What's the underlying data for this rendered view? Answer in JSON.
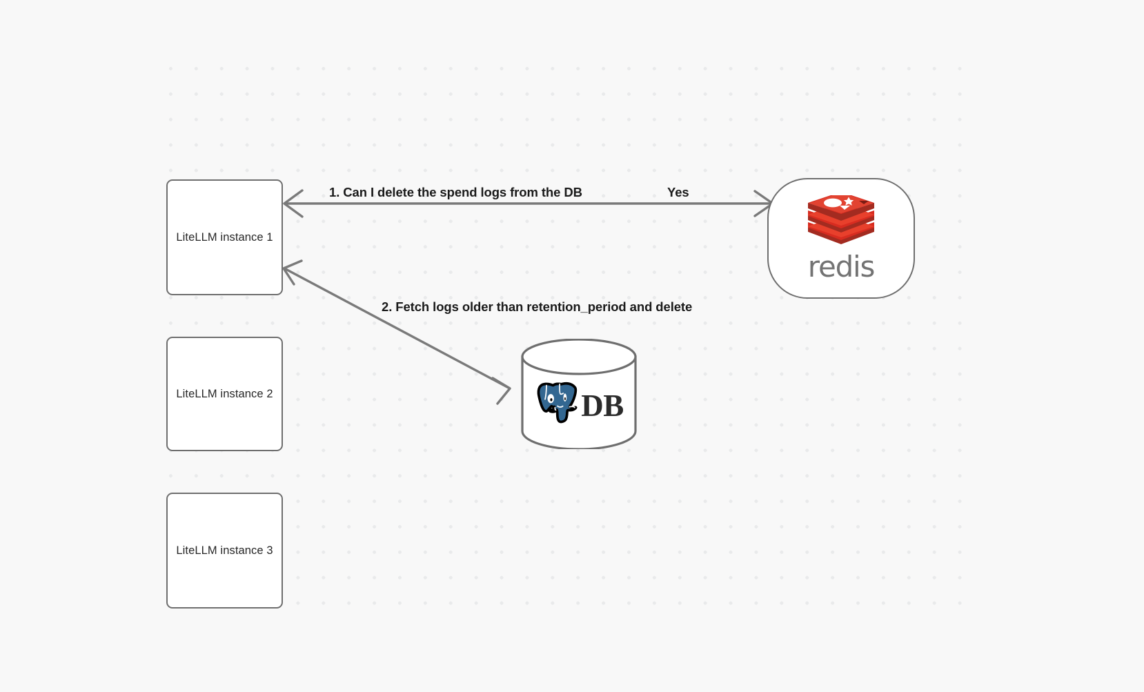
{
  "diagram": {
    "title": "LiteLLM spend-log deletion flow",
    "background_color": "#f8f8f8",
    "grid_dot_color": "#e9eaeb",
    "node_border_color": "#6e6e6e",
    "edge_color": "#7a7a7a"
  },
  "nodes": {
    "litellm_1": {
      "label": "LiteLLM instance 1"
    },
    "litellm_2": {
      "label": "LiteLLM instance 2"
    },
    "litellm_3": {
      "label": "LiteLLM instance 3"
    },
    "redis": {
      "label": "redis",
      "icon": "redis-stack-icon",
      "brand_color": "#d82c20",
      "word_color": "#737373"
    },
    "database": {
      "label": "DB",
      "icon": "postgresql-elephant-icon",
      "brand_color": "#336791"
    }
  },
  "edges": [
    {
      "id": "edge-1",
      "label": "1.  Can I delete the spend logs from the DB",
      "from": "litellm_1",
      "to": "redis",
      "direction": "bidirectional"
    },
    {
      "id": "edge-yes",
      "label": "Yes",
      "from": "redis",
      "to": "litellm_1",
      "direction": "to-left"
    },
    {
      "id": "edge-2",
      "label": "2.  Fetch logs older than retention_period and delete",
      "from": "litellm_1",
      "to": "database",
      "direction": "bidirectional"
    }
  ]
}
